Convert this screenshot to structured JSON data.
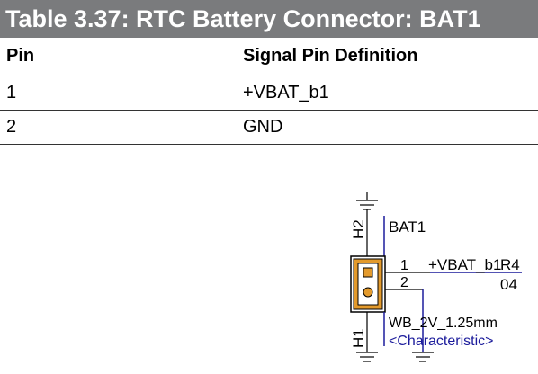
{
  "table": {
    "title": "Table 3.37: RTC Battery Connector: BAT1",
    "headers": [
      "Pin",
      "Signal Pin Definition"
    ],
    "rows": [
      {
        "pin": "1",
        "signal": "+VBAT_b1"
      },
      {
        "pin": "2",
        "signal": "GND"
      }
    ]
  },
  "schematic": {
    "ref_top": "H2",
    "ref_bottom": "H1",
    "component_name": "BAT1",
    "pin1_number": "1",
    "pin2_number": "2",
    "net_label": "+VBAT_b1",
    "page_ref_top": "R4",
    "page_ref_bottom": "04",
    "part_value": "WB_2V_1.25mm",
    "characteristic": "<Characteristic>",
    "colors": {
      "wire": "#1c1c9c",
      "connector_body": "#e39a2c",
      "outline": "#000000"
    }
  }
}
